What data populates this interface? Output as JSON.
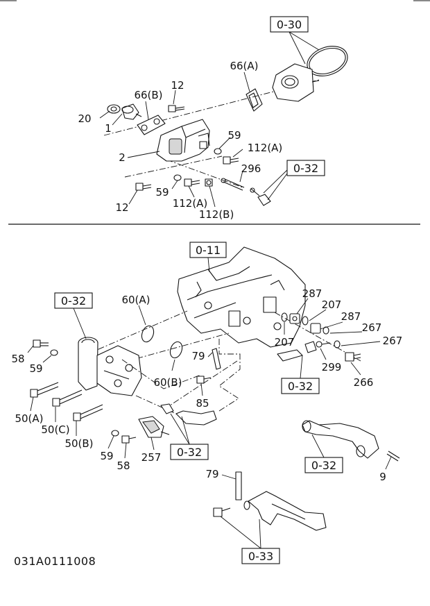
{
  "diagram_code": "031A0111008",
  "upper_section": {
    "ref_boxes": [
      "0-30",
      "0-32"
    ],
    "callouts": [
      "66(A)",
      "66(B)",
      "12",
      "20",
      "1",
      "2",
      "59",
      "112(A)",
      "296",
      "59",
      "112(A)",
      "112(B)",
      "12"
    ]
  },
  "lower_section": {
    "ref_boxes": [
      "0-11",
      "0-32",
      "0-32",
      "0-32",
      "0-32",
      "0-33"
    ],
    "callouts": [
      "60(A)",
      "287",
      "207",
      "287",
      "267",
      "267",
      "207",
      "299",
      "266",
      "58",
      "59",
      "79",
      "60(B)",
      "85",
      "50(A)",
      "50(C)",
      "50(B)",
      "59",
      "58",
      "257",
      "9",
      "79"
    ]
  }
}
